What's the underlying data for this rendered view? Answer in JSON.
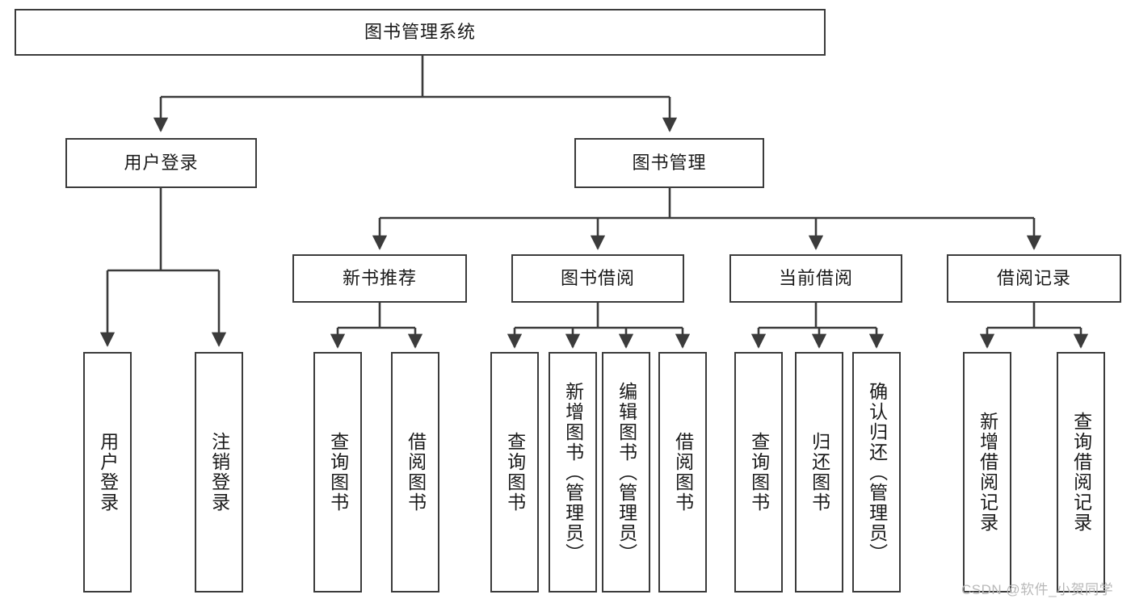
{
  "diagram": {
    "title": "图书管理系统",
    "type": "功能结构图",
    "line_color": "#3b3b3b",
    "box_fill": "#ffffff",
    "text_color": "#1a1a1a"
  },
  "root": {
    "label": "图书管理系统"
  },
  "level2": [
    {
      "label": "用户登录"
    },
    {
      "label": "图书管理"
    }
  ],
  "level3": [
    {
      "label": "新书推荐"
    },
    {
      "label": "图书借阅"
    },
    {
      "label": "当前借阅"
    },
    {
      "label": "借阅记录"
    }
  ],
  "leaves": {
    "user_login": [
      {
        "label": "用户登录"
      },
      {
        "label": "注销登录"
      }
    ],
    "new_book_recommend": [
      {
        "label": "查询图书"
      },
      {
        "label": "借阅图书"
      }
    ],
    "book_borrow": [
      {
        "label": "查询图书"
      },
      {
        "label": "新增图书（管理员）"
      },
      {
        "label": "编辑图书（管理员）"
      },
      {
        "label": "借阅图书"
      }
    ],
    "current_borrow": [
      {
        "label": "查询图书"
      },
      {
        "label": "归还图书"
      },
      {
        "label": "确认归还（管理员）"
      }
    ],
    "borrow_record": [
      {
        "label": "新增借阅记录"
      },
      {
        "label": "查询借阅记录"
      }
    ]
  },
  "watermark": {
    "text": "CSDN @软件_小贺同学"
  }
}
